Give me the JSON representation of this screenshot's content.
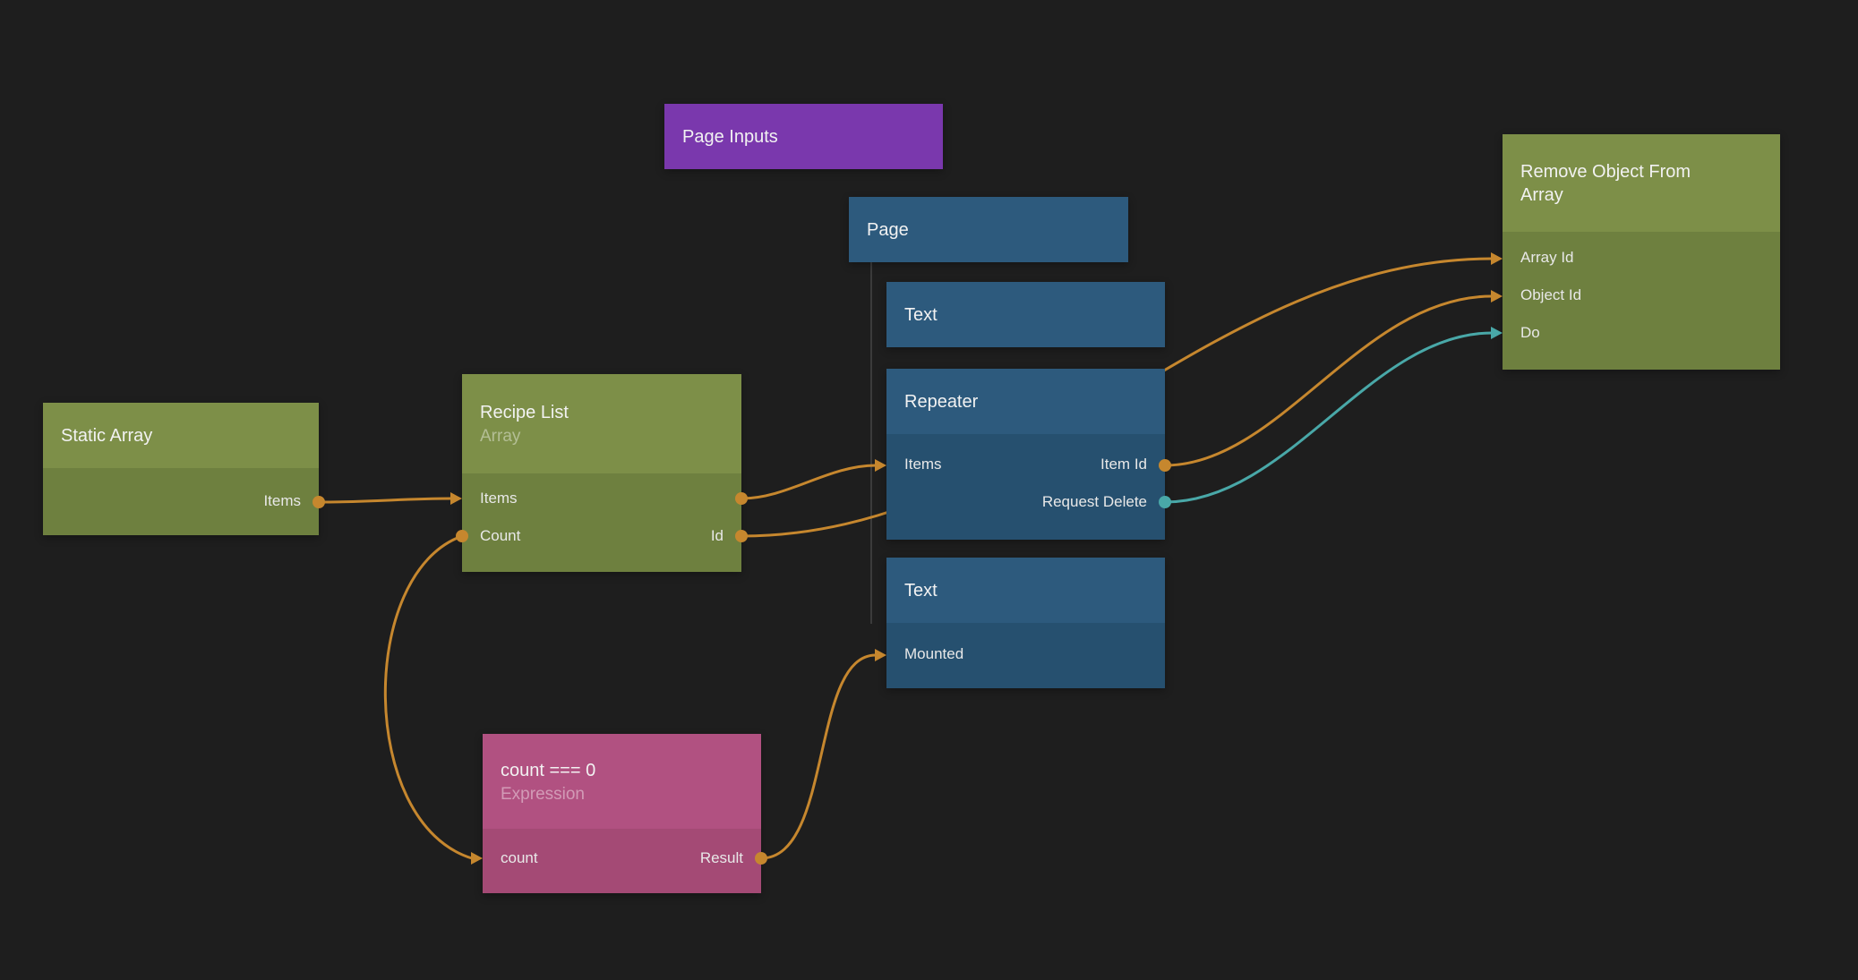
{
  "editor": {
    "background_color": "#1e1e1e",
    "wire_orange": "#c6872e",
    "wire_teal": "#49a8a8",
    "node_green_header": "#7d8f48",
    "node_green_body": "#6e803f",
    "node_blue_header": "#2d5a7d",
    "node_blue_body": "#26506f",
    "node_purple": "#7a38ad",
    "node_pink_header": "#b15181",
    "node_pink_body": "#a44a75"
  },
  "nodes": {
    "page_inputs": {
      "title": "Page Inputs"
    },
    "page": {
      "title": "Page"
    },
    "text_top": {
      "title": "Text"
    },
    "repeater": {
      "title": "Repeater",
      "ports": {
        "items": "Items",
        "item_id": "Item Id",
        "request_delete": "Request Delete"
      }
    },
    "text_bottom": {
      "title": "Text",
      "ports": {
        "mounted": "Mounted"
      }
    },
    "static_array": {
      "title": "Static Array",
      "ports": {
        "items": "Items"
      }
    },
    "recipe_list": {
      "title": "Recipe List",
      "subtitle": "Array",
      "ports": {
        "items": "Items",
        "count": "Count",
        "id": "Id"
      }
    },
    "remove_object": {
      "title": "Remove Object From Array",
      "ports": {
        "array_id": "Array Id",
        "object_id": "Object Id",
        "do": "Do"
      }
    },
    "expression": {
      "title": "count === 0",
      "subtitle": "Expression",
      "ports": {
        "count": "count",
        "result": "Result"
      }
    }
  }
}
